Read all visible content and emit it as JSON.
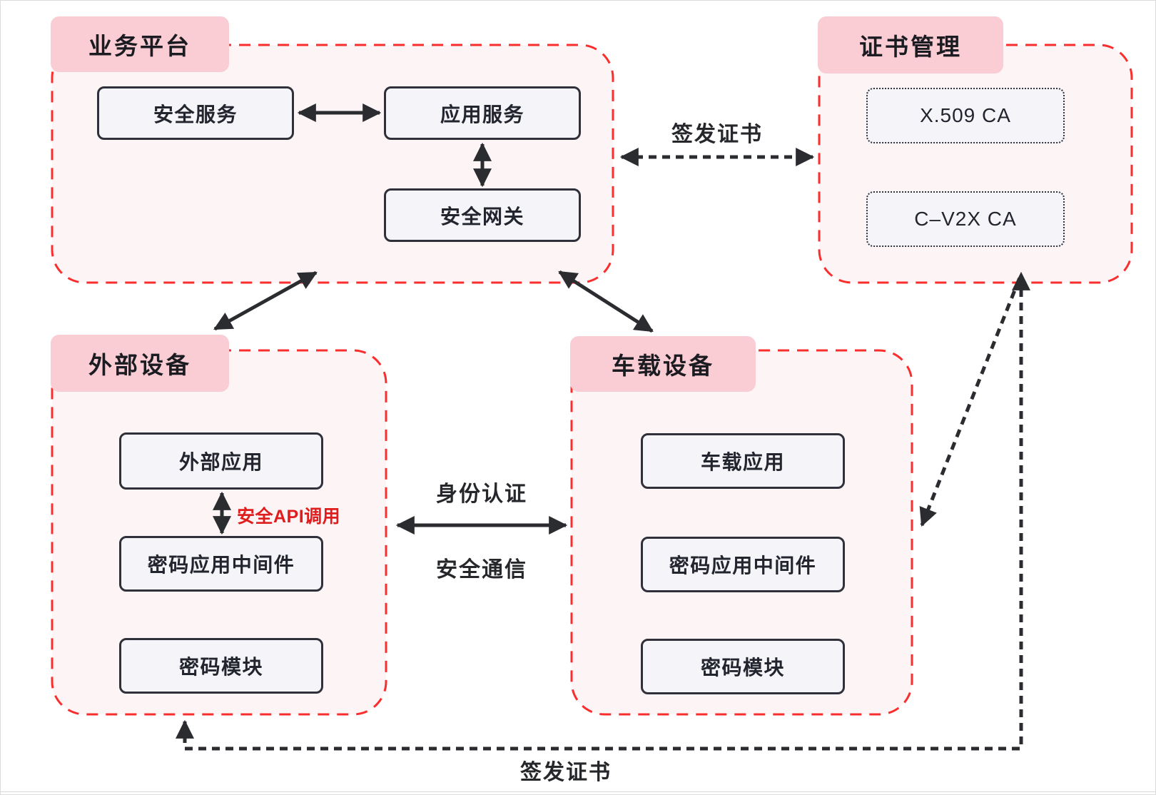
{
  "containers": {
    "business_platform": {
      "label": "业务平台"
    },
    "cert_management": {
      "label": "证书管理"
    },
    "external_device": {
      "label": "外部设备"
    },
    "vehicle_device": {
      "label": "车载设备"
    }
  },
  "boxes": {
    "security_service": "安全服务",
    "app_service": "应用服务",
    "security_gateway": "安全网关",
    "x509_ca": "X.509 CA",
    "cv2x_ca": "C–V2X CA",
    "external_app": "外部应用",
    "crypto_middleware_ext": "密码应用中间件",
    "crypto_module_ext": "密码模块",
    "vehicle_app": "车载应用",
    "crypto_middleware_veh": "密码应用中间件",
    "crypto_module_veh": "密码模块"
  },
  "edges": {
    "issue_cert_top": "签发证书",
    "issue_cert_bottom": "签发证书",
    "identity_auth": "身份认证",
    "secure_comm": "安全通信",
    "secure_api_call": "安全API调用"
  },
  "colors": {
    "container_border": "#fb2e2e",
    "container_fill": "#fdf4f5",
    "group_label_fill": "#f9cdd3",
    "node_fill": "#f4f4f9",
    "node_border": "#2f3039",
    "arrow": "#2b2c30",
    "red_label_text": "#e01d1d"
  }
}
